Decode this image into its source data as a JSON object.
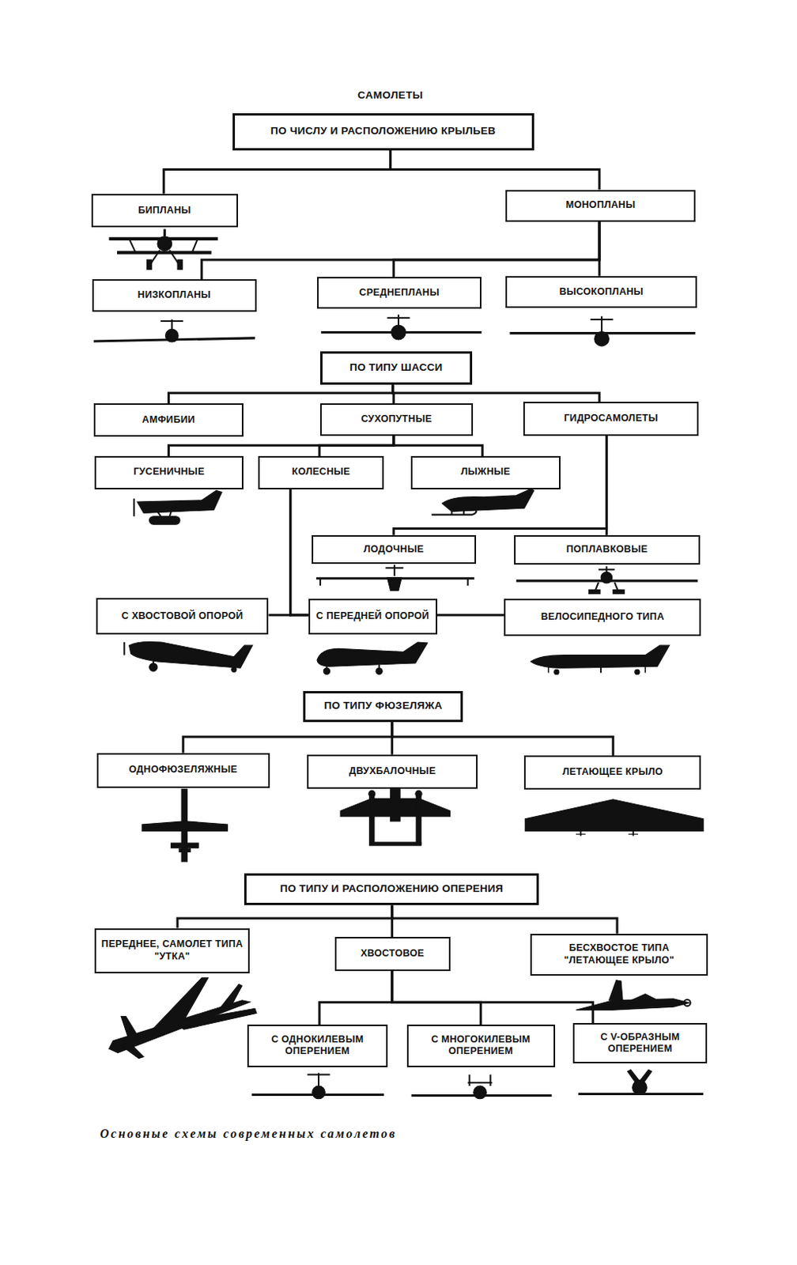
{
  "diagram": {
    "title": "САМОЛЕТЫ",
    "caption": "Основные схемы современных самолетов",
    "nodes": [
      {
        "text": [
          "ПО ЧИСЛУ И РАСПОЛОЖЕНИЮ КРЫЛЬЕВ"
        ]
      },
      {
        "text": [
          "БИПЛАНЫ"
        ]
      },
      {
        "text": [
          "МОНОПЛАНЫ"
        ]
      },
      {
        "text": [
          "НИЗКОПЛАНЫ"
        ]
      },
      {
        "text": [
          "СРЕДНЕПЛАНЫ"
        ]
      },
      {
        "text": [
          "ВЫСОКОПЛАНЫ"
        ]
      },
      {
        "text": [
          "ПО ТИПУ ШАССИ"
        ]
      },
      {
        "text": [
          "АМФИБИИ"
        ]
      },
      {
        "text": [
          "СУХОПУТНЫЕ"
        ]
      },
      {
        "text": [
          "ГИДРОСАМОЛЕТЫ"
        ]
      },
      {
        "text": [
          "ГУСЕНИЧНЫЕ"
        ]
      },
      {
        "text": [
          "КОЛЕСНЫЕ"
        ]
      },
      {
        "text": [
          "ЛЫЖНЫЕ"
        ]
      },
      {
        "text": [
          "ЛОДОЧНЫЕ"
        ]
      },
      {
        "text": [
          "ПОПЛАВКОВЫЕ"
        ]
      },
      {
        "text": [
          "С ХВОСТОВОЙ ОПОРОЙ"
        ]
      },
      {
        "text": [
          "С ПЕРЕДНЕЙ ОПОРОЙ"
        ]
      },
      {
        "text": [
          "ВЕЛОСИПЕДНОГО ТИПА"
        ]
      },
      {
        "text": [
          "ПО ТИПУ ФЮЗЕЛЯЖА"
        ]
      },
      {
        "text": [
          "ОДНОФЮЗЕЛЯЖНЫЕ"
        ]
      },
      {
        "text": [
          "ДВУХБАЛОЧНЫЕ"
        ]
      },
      {
        "text": [
          "ЛЕТАЮЩЕЕ КРЫЛО"
        ]
      },
      {
        "text": [
          "ПО ТИПУ И РАСПОЛОЖЕНИЮ ОПЕРЕНИЯ"
        ]
      },
      {
        "text": [
          "ПЕРЕДНЕЕ, САМОЛЕТ ТИПА \"УТКА\""
        ]
      },
      {
        "text": [
          "ХВОСТОВОЕ"
        ]
      },
      {
        "text": [
          "БЕСХВОСТОЕ ТИПА \"ЛЕТАЮЩЕЕ КРЫЛО\""
        ]
      },
      {
        "text": [
          "С ОДНОКИЛЕВЫМ ОПЕРЕНИЕМ"
        ]
      },
      {
        "text": [
          "С МНОГОКИЛЕВЫМ ОПЕРЕНИЕМ"
        ]
      },
      {
        "text": [
          "С V-ОБРАЗНЫМ ОПЕРЕНИЕМ"
        ]
      }
    ],
    "edges": [
      {
        "from": 0,
        "to": 1,
        "arrow": "none"
      },
      {
        "from": 0,
        "to": 2,
        "arrow": "none"
      },
      {
        "from": 2,
        "to": 3,
        "arrow": "none"
      },
      {
        "from": 2,
        "to": 4,
        "arrow": "none"
      },
      {
        "from": 2,
        "to": 5,
        "arrow": "none"
      },
      {
        "from": 6,
        "to": 7,
        "arrow": "none"
      },
      {
        "from": 6,
        "to": 8,
        "arrow": "none"
      },
      {
        "from": 6,
        "to": 9,
        "arrow": "none"
      },
      {
        "from": 8,
        "to": 10,
        "arrow": "none"
      },
      {
        "from": 8,
        "to": 11,
        "arrow": "none"
      },
      {
        "from": 8,
        "to": 12,
        "arrow": "none"
      },
      {
        "from": 9,
        "to": 13,
        "arrow": "none"
      },
      {
        "from": 9,
        "to": 14,
        "arrow": "none"
      },
      {
        "from": 11,
        "to": 15,
        "arrow": "none"
      },
      {
        "from": 11,
        "to": 16,
        "arrow": "none"
      },
      {
        "from": 11,
        "to": 17,
        "arrow": "none"
      },
      {
        "from": 18,
        "to": 19,
        "arrow": "none"
      },
      {
        "from": 18,
        "to": 20,
        "arrow": "none"
      },
      {
        "from": 18,
        "to": 21,
        "arrow": "none"
      },
      {
        "from": 22,
        "to": 23,
        "arrow": "none"
      },
      {
        "from": 22,
        "to": 24,
        "arrow": "none"
      },
      {
        "from": 22,
        "to": 25,
        "arrow": "none"
      },
      {
        "from": 24,
        "to": 26,
        "arrow": "none"
      },
      {
        "from": 24,
        "to": 27,
        "arrow": "none"
      },
      {
        "from": 24,
        "to": 28,
        "arrow": "none"
      }
    ]
  }
}
